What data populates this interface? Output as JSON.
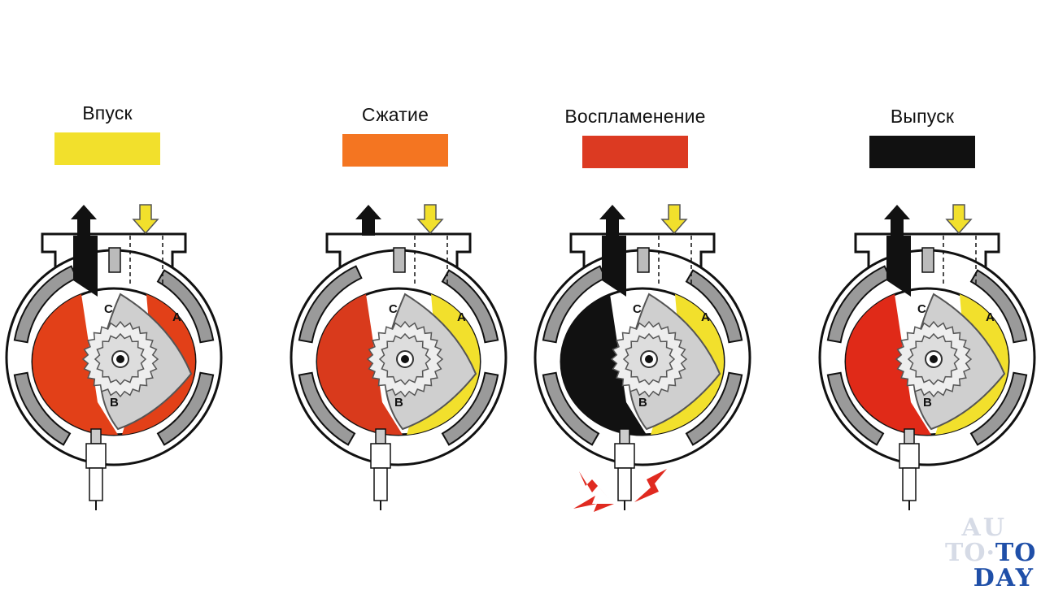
{
  "stages": [
    {
      "label": "Впуск",
      "color": "#f2e02c",
      "exhaust_open": true,
      "spark": false,
      "chambers": {
        "left": "#e24018",
        "right": "#e24018",
        "top": "#f2e02c"
      },
      "apex": {
        "top": "C",
        "right": "A",
        "bottom": "B"
      }
    },
    {
      "label": "Сжатие",
      "color": "#f47521",
      "exhaust_open": false,
      "spark": false,
      "chambers": {
        "left": "#d93a1c",
        "right": "#f2e02c",
        "top": "#f2e02c"
      },
      "apex": {
        "top": "C",
        "right": "A",
        "bottom": "B"
      }
    },
    {
      "label": "Воспламенение",
      "color": "#dc3a22",
      "exhaust_open": true,
      "spark": true,
      "chambers": {
        "left": "#111111",
        "right": "#f2e02c",
        "top": "#111111"
      },
      "apex": {
        "top": "C",
        "right": "A",
        "bottom": "B"
      }
    },
    {
      "label": "Выпуск",
      "color": "#111111",
      "exhaust_open": true,
      "spark": false,
      "chambers": {
        "left": "#e02a18",
        "right": "#f2e02c",
        "top": "#111111"
      },
      "apex": {
        "top": "C",
        "right": "A",
        "bottom": "B"
      }
    }
  ],
  "colors": {
    "housing": "#ffffff",
    "wall": "#111111",
    "water": "#9a9a9a",
    "rotor": "#cfcfcf",
    "spark": "#e02a20",
    "intake_arrow": "#f2e02c"
  },
  "watermark": {
    "line1": "AU",
    "line2a": "TO·",
    "line2b": "TO",
    "line3": "DAY",
    "color_light": "#d6dbe6",
    "color_brand": "#1f4fa8"
  }
}
